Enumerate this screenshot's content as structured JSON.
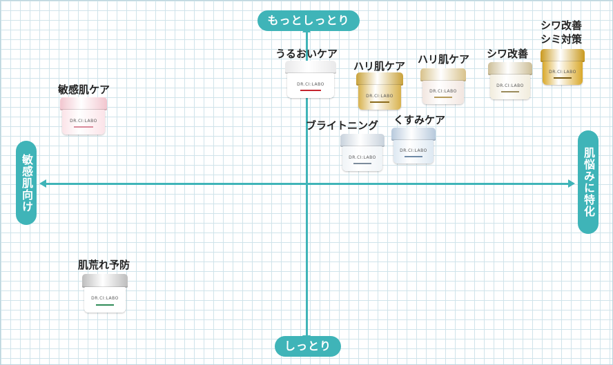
{
  "axes": {
    "top": "もっとしっとり",
    "bottom": "しっとり",
    "left": "敏感肌向け",
    "right": "肌悩みに特化"
  },
  "products": [
    {
      "label": "うるおいケア",
      "brand": "DR.CI:LABO",
      "lid_color": "#e9e9ea",
      "body_color": "#ffffff",
      "accent": "#c4242e"
    },
    {
      "label": "ハリ肌ケア",
      "brand": "DR.CI:LABO",
      "lid_color": "#c9a23a",
      "body_color": "#d8b24e",
      "accent": "#8a6a1a"
    },
    {
      "label": "ハリ肌ケア",
      "brand": "DR.CI:LABO",
      "lid_color": "#d8c28b",
      "body_color": "#f2e6e0",
      "accent": "#b59a5a"
    },
    {
      "label": "シワ改善",
      "brand": "DR.CI:LABO",
      "lid_color": "#cdbf98",
      "body_color": "#f1ecdc",
      "accent": "#9a8a5a"
    },
    {
      "label": "シワ改善\nシミ対策",
      "brand": "DR.CI:LABO",
      "lid_color": "#c9991e",
      "body_color": "#d9a82a",
      "accent": "#7a5a10"
    },
    {
      "label": "敏感肌ケア",
      "brand": "DR.CI:LABO",
      "lid_color": "#f2c6cf",
      "body_color": "#fbe3e8",
      "accent": "#d9899a"
    },
    {
      "label": "ブライトニング",
      "brand": "DR.CI:LABO",
      "lid_color": "#c8d2dc",
      "body_color": "#f0f4f7",
      "accent": "#7c8c9c"
    },
    {
      "label": "くすみケア",
      "brand": "DR.CI:LABO",
      "lid_color": "#b7c9dc",
      "body_color": "#dde8f2",
      "accent": "#6f8aa6"
    },
    {
      "label": "肌荒れ予防",
      "brand": "DR.CI:LABO",
      "lid_color": "#bdbdbd",
      "body_color": "#ffffff",
      "accent": "#2e8b57"
    }
  ]
}
